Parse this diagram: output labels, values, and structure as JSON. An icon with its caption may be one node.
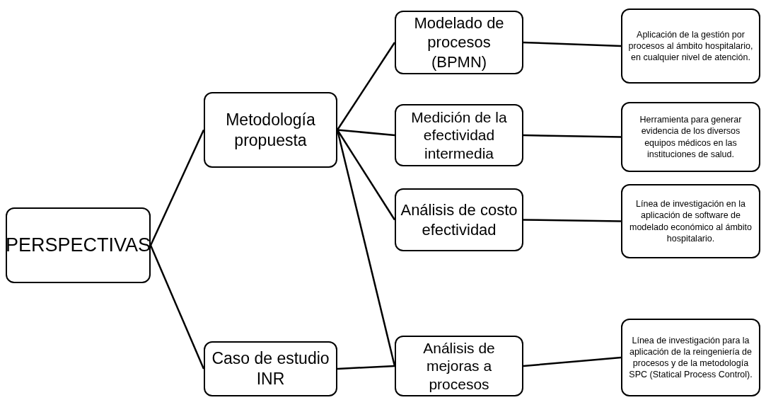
{
  "diagram": {
    "nodes": [
      {
        "text": [
          "PERSPECTIVAS"
        ]
      },
      {
        "text": [
          "Metodología propuesta"
        ]
      },
      {
        "text": [
          "Caso de estudio INR"
        ]
      },
      {
        "text": [
          "Modelado de procesos (BPMN)"
        ]
      },
      {
        "text": [
          "Medición de la efectividad intermedia"
        ]
      },
      {
        "text": [
          "Análisis de costo efectividad"
        ]
      },
      {
        "text": [
          "Análisis de mejoras a procesos"
        ]
      },
      {
        "text": [
          "Aplicación de la gestión por procesos al ámbito hospitalario, en cualquier nivel de atención."
        ]
      },
      {
        "text": [
          "Herramienta para generar evidencia de los diversos equipos médicos en las instituciones de salud."
        ]
      },
      {
        "text": [
          "Línea de investigación en la aplicación de software de modelado económico al ámbito hospitalario."
        ]
      },
      {
        "text": [
          "Línea de investigación para la aplicación de la reingeniería de procesos y de la metodología SPC (Statical Process Control)."
        ]
      }
    ],
    "edges": [
      {
        "from": 0,
        "to": 1,
        "arrow": "none"
      },
      {
        "from": 0,
        "to": 2,
        "arrow": "none"
      },
      {
        "from": 1,
        "to": 3,
        "arrow": "none"
      },
      {
        "from": 1,
        "to": 4,
        "arrow": "none"
      },
      {
        "from": 1,
        "to": 5,
        "arrow": "none"
      },
      {
        "from": 1,
        "to": 6,
        "arrow": "none"
      },
      {
        "from": 2,
        "to": 6,
        "arrow": "none"
      },
      {
        "from": 3,
        "to": 7,
        "arrow": "none"
      },
      {
        "from": 4,
        "to": 8,
        "arrow": "none"
      },
      {
        "from": 5,
        "to": 9,
        "arrow": "none"
      },
      {
        "from": 6,
        "to": 10,
        "arrow": "none"
      }
    ]
  }
}
